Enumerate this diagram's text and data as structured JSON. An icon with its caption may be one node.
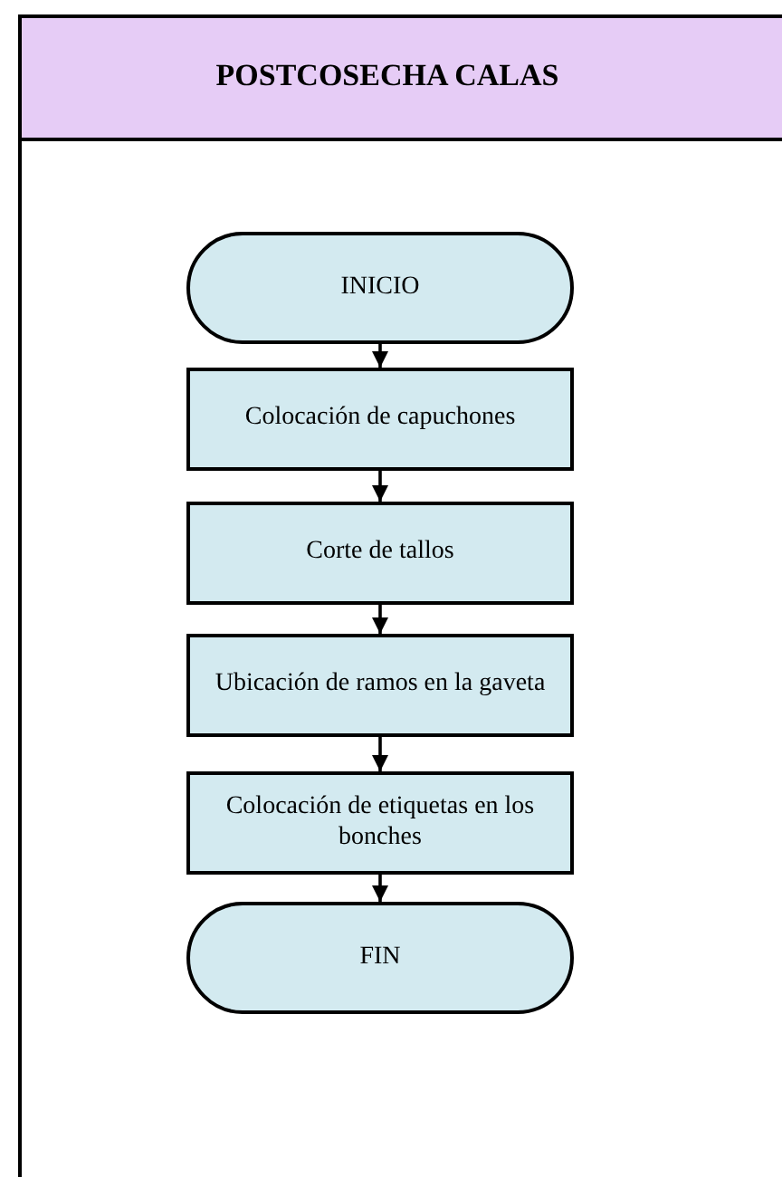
{
  "diagram": {
    "nodes": [
      {
        "text": [
          "POSTCOSECHA CALAS"
        ]
      },
      {
        "text": [
          "INICIO"
        ],
        "in": 0
      },
      {
        "text": [
          "Colocación de capuchones"
        ],
        "in": 0
      },
      {
        "text": [
          "Corte de tallos"
        ],
        "in": 0
      },
      {
        "text": [
          "Ubicación de ramos en la gaveta"
        ],
        "in": 0
      },
      {
        "text": [
          "Colocación de etiquetas en los bonches"
        ],
        "in": 0
      },
      {
        "text": [
          "FIN"
        ],
        "in": 0
      }
    ],
    "edges": [
      {
        "from": 1,
        "to": 2,
        "arrow": "to"
      },
      {
        "from": 2,
        "to": 3,
        "arrow": "to"
      },
      {
        "from": 3,
        "to": 4,
        "arrow": "to"
      },
      {
        "from": 4,
        "to": 5,
        "arrow": "to"
      },
      {
        "from": 5,
        "to": 6,
        "arrow": "to"
      }
    ]
  }
}
